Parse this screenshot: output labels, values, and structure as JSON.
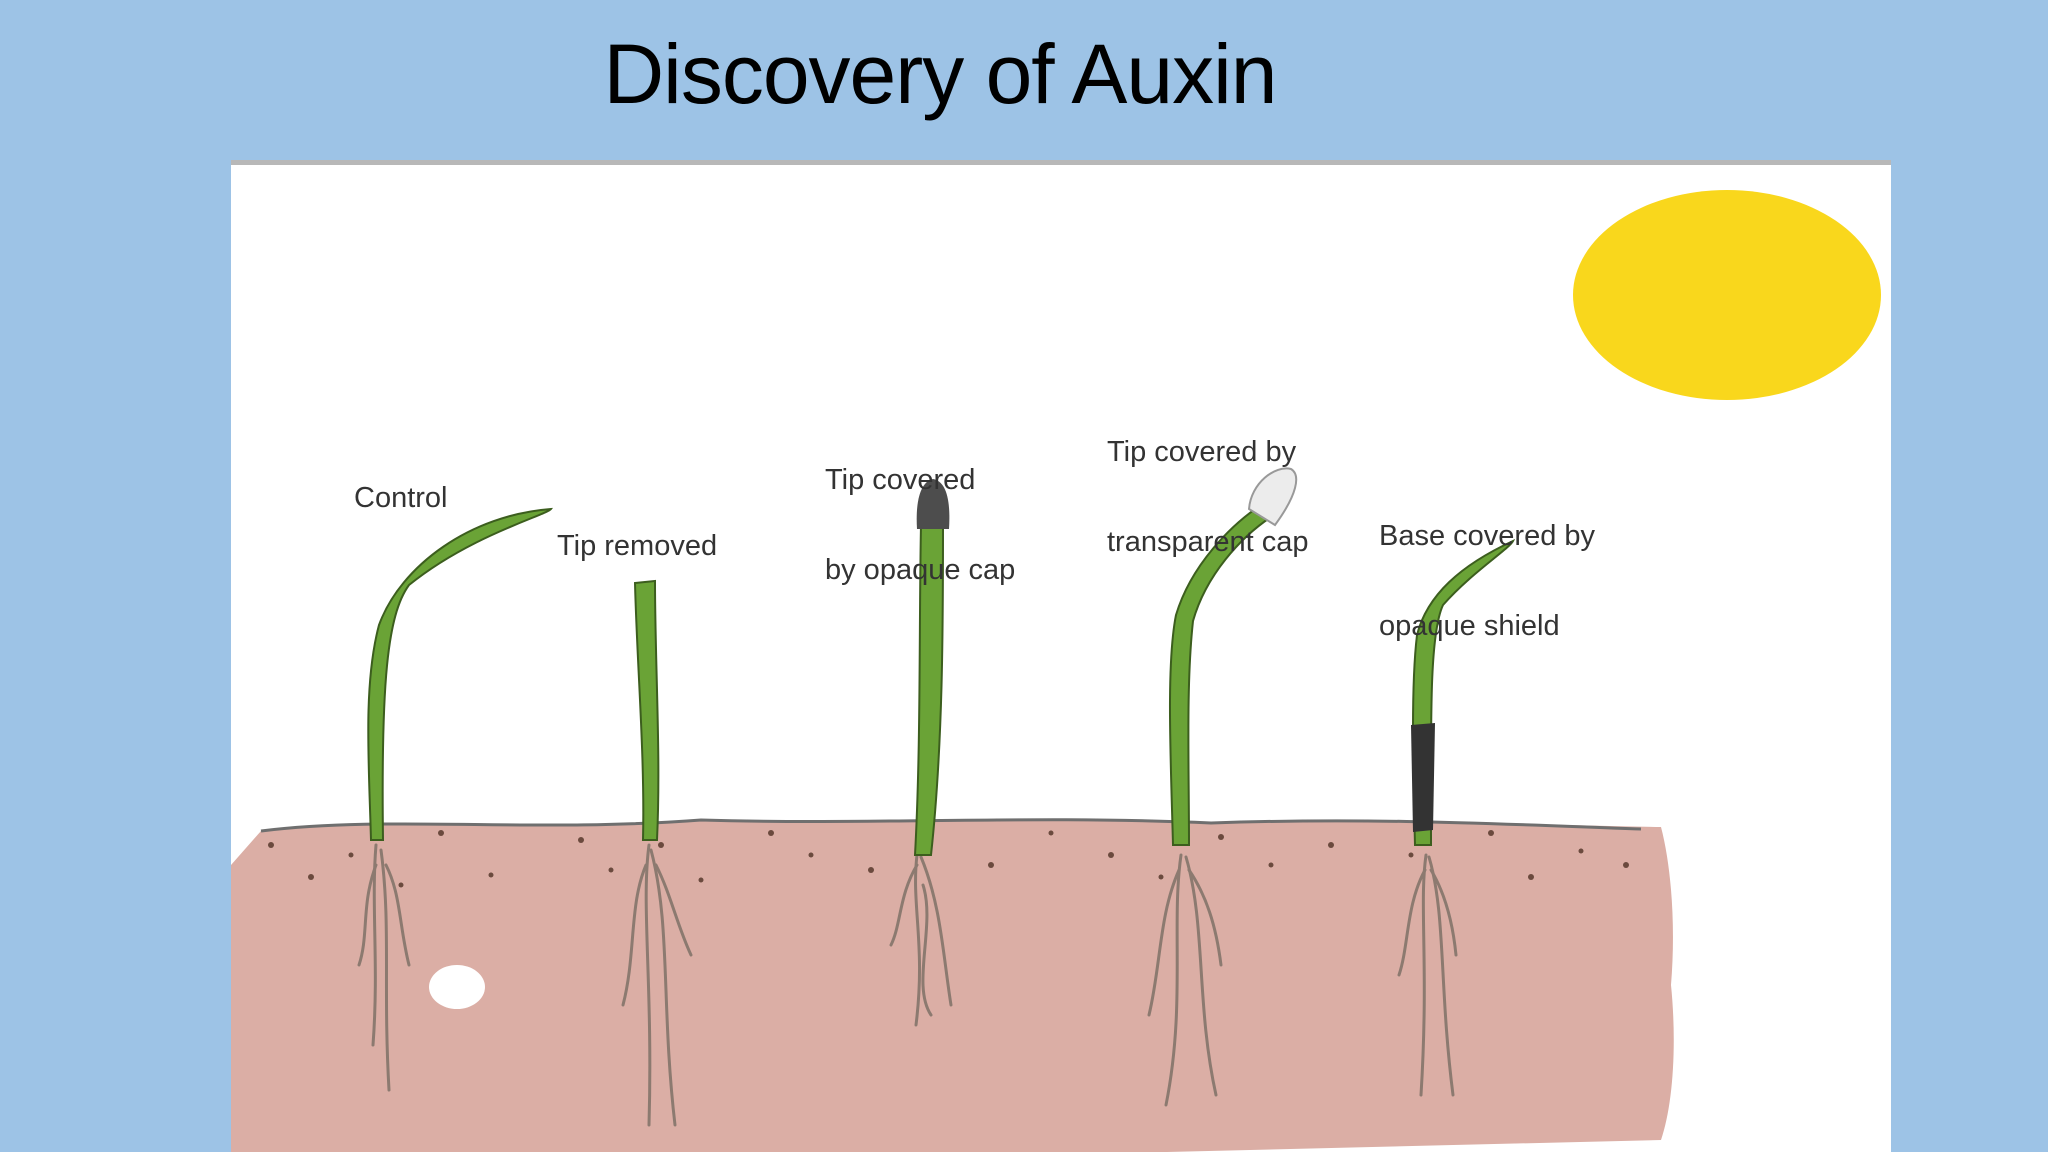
{
  "slide": {
    "title": "Discovery of Auxin"
  },
  "diagram": {
    "labels": {
      "control": "Control",
      "tip_removed": "Tip removed",
      "opaque_cap": [
        "Tip covered",
        "by opaque cap"
      ],
      "transparent_cap": [
        "Tip covered by",
        "transparent cap"
      ],
      "opaque_shield": [
        "Base covered by",
        "opaque shield"
      ]
    },
    "colors": {
      "background": "#9dc3e6",
      "sun": "#f9d71c",
      "soil": "#dbaea5",
      "shoot": "#6aa336",
      "shoot_outline": "#3c5e1e",
      "opaque_cap": "#4d4d4d",
      "transparent_cap": "#ececec",
      "root": "#8c7a70"
    },
    "icons": [
      "sun-icon",
      "seedling-icon",
      "soil-icon",
      "pebble-icon"
    ]
  }
}
